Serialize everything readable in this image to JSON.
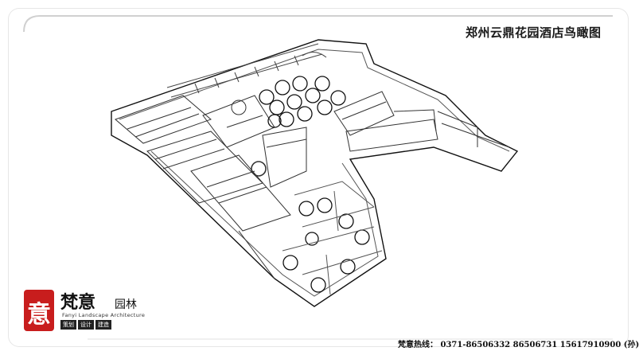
{
  "title": "郑州云鼎花园酒店鸟瞰图",
  "logo": {
    "name_cn": "梵意",
    "name_suffix": "园林",
    "name_en": "Fanyi Landscape Architecture",
    "tags": [
      "策划",
      "设计",
      "建造"
    ],
    "seal_char": "意",
    "seal_color": "#c81d1d"
  },
  "hotline": "梵意热线： 0371-86506332   86506731    15617910900 (孙)"
}
